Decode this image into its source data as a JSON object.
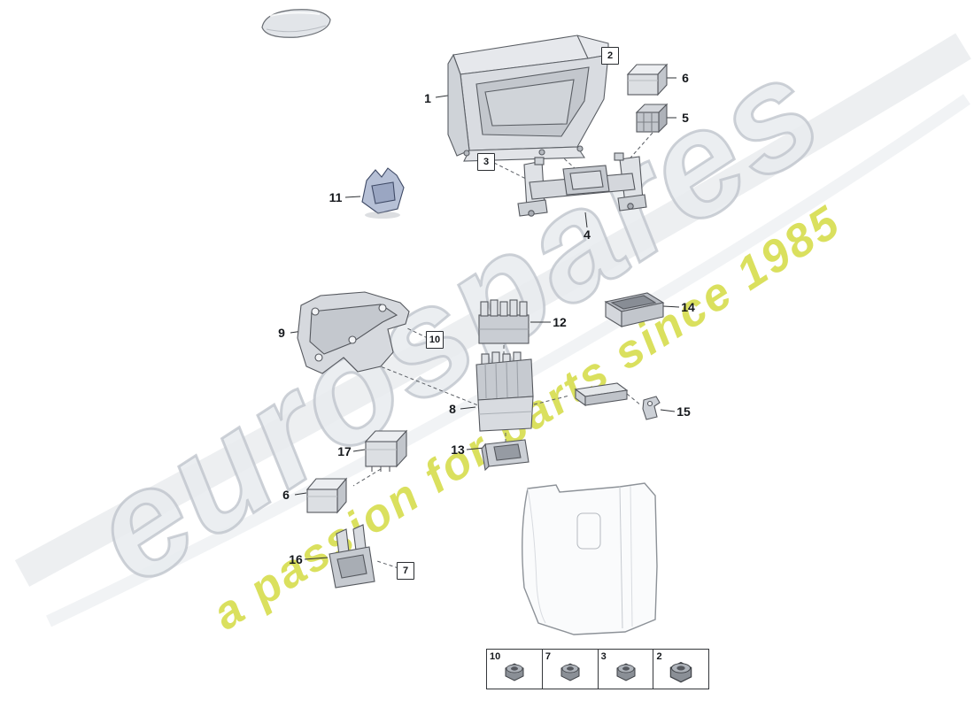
{
  "watermark": {
    "brand": "eurospares",
    "tagline": "a passion for parts since 1985"
  },
  "colors": {
    "watermark_gray": "#ccd1d7",
    "tagline_yellow": "#d1d836",
    "line_dark": "#34373b"
  },
  "labels": [
    {
      "text": "1",
      "boxed": false
    },
    {
      "text": "2",
      "boxed": true
    },
    {
      "text": "6",
      "boxed": false
    },
    {
      "text": "5",
      "boxed": false
    },
    {
      "text": "3",
      "boxed": true
    },
    {
      "text": "4",
      "boxed": false
    },
    {
      "text": "11",
      "boxed": false
    },
    {
      "text": "9",
      "boxed": false
    },
    {
      "text": "10",
      "boxed": true
    },
    {
      "text": "12",
      "boxed": false
    },
    {
      "text": "14",
      "boxed": false
    },
    {
      "text": "8",
      "boxed": false
    },
    {
      "text": "15",
      "boxed": false
    },
    {
      "text": "17",
      "boxed": false
    },
    {
      "text": "6",
      "boxed": false
    },
    {
      "text": "13",
      "boxed": false
    },
    {
      "text": "16",
      "boxed": false
    },
    {
      "text": "7",
      "boxed": true
    }
  ],
  "legend": {
    "items": [
      {
        "ref": "10"
      },
      {
        "ref": "7"
      },
      {
        "ref": "3"
      },
      {
        "ref": "2"
      }
    ]
  }
}
